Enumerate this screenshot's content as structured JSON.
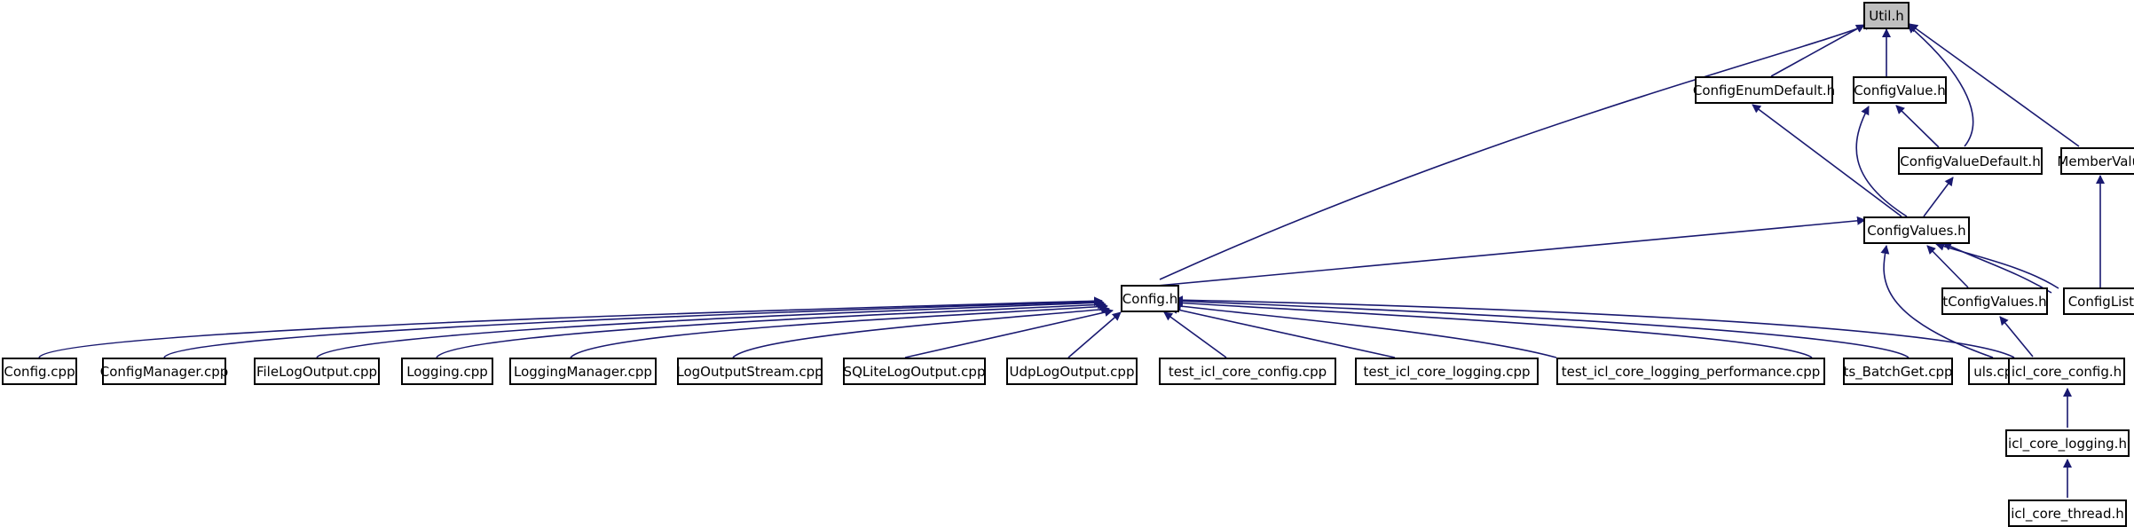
{
  "colors": {
    "edge": "#191970",
    "node_border": "#000000",
    "root_fill": "#bfbfbf",
    "node_fill": "#ffffff"
  },
  "nodes": {
    "util_h": "Util.h",
    "config_enum_default_h": "ConfigEnumDefault.h",
    "config_value_h": "ConfigValue.h",
    "config_value_default_h": "ConfigValueDefault.h",
    "member_value_h": "MemberValue.h",
    "config_values_h": "ConfigValues.h",
    "config_h": "Config.h",
    "t_config_values_h": "tConfigValues.h",
    "config_list_h": "ConfigList.h",
    "config_cpp": "Config.cpp",
    "config_manager_cpp": "ConfigManager.cpp",
    "file_log_output_cpp": "FileLogOutput.cpp",
    "logging_cpp": "Logging.cpp",
    "logging_manager_cpp": "LoggingManager.cpp",
    "log_output_stream_cpp": "LogOutputStream.cpp",
    "sqlite_log_output_cpp": "SQLiteLogOutput.cpp",
    "udp_log_output_cpp": "UdpLogOutput.cpp",
    "test_icl_core_config_cpp": "test_icl_core_config.cpp",
    "test_icl_core_logging_cpp": "test_icl_core_logging.cpp",
    "test_icl_core_logging_performance_cpp": "test_icl_core_logging_performance.cpp",
    "ts_batch_get_cpp": "ts_BatchGet.cpp",
    "uls_cpp": "uls.cpp",
    "icl_core_config_h": "icl_core_config.h",
    "icl_core_logging_h": "icl_core_logging.h",
    "icl_core_thread_h": "icl_core_thread.h"
  }
}
